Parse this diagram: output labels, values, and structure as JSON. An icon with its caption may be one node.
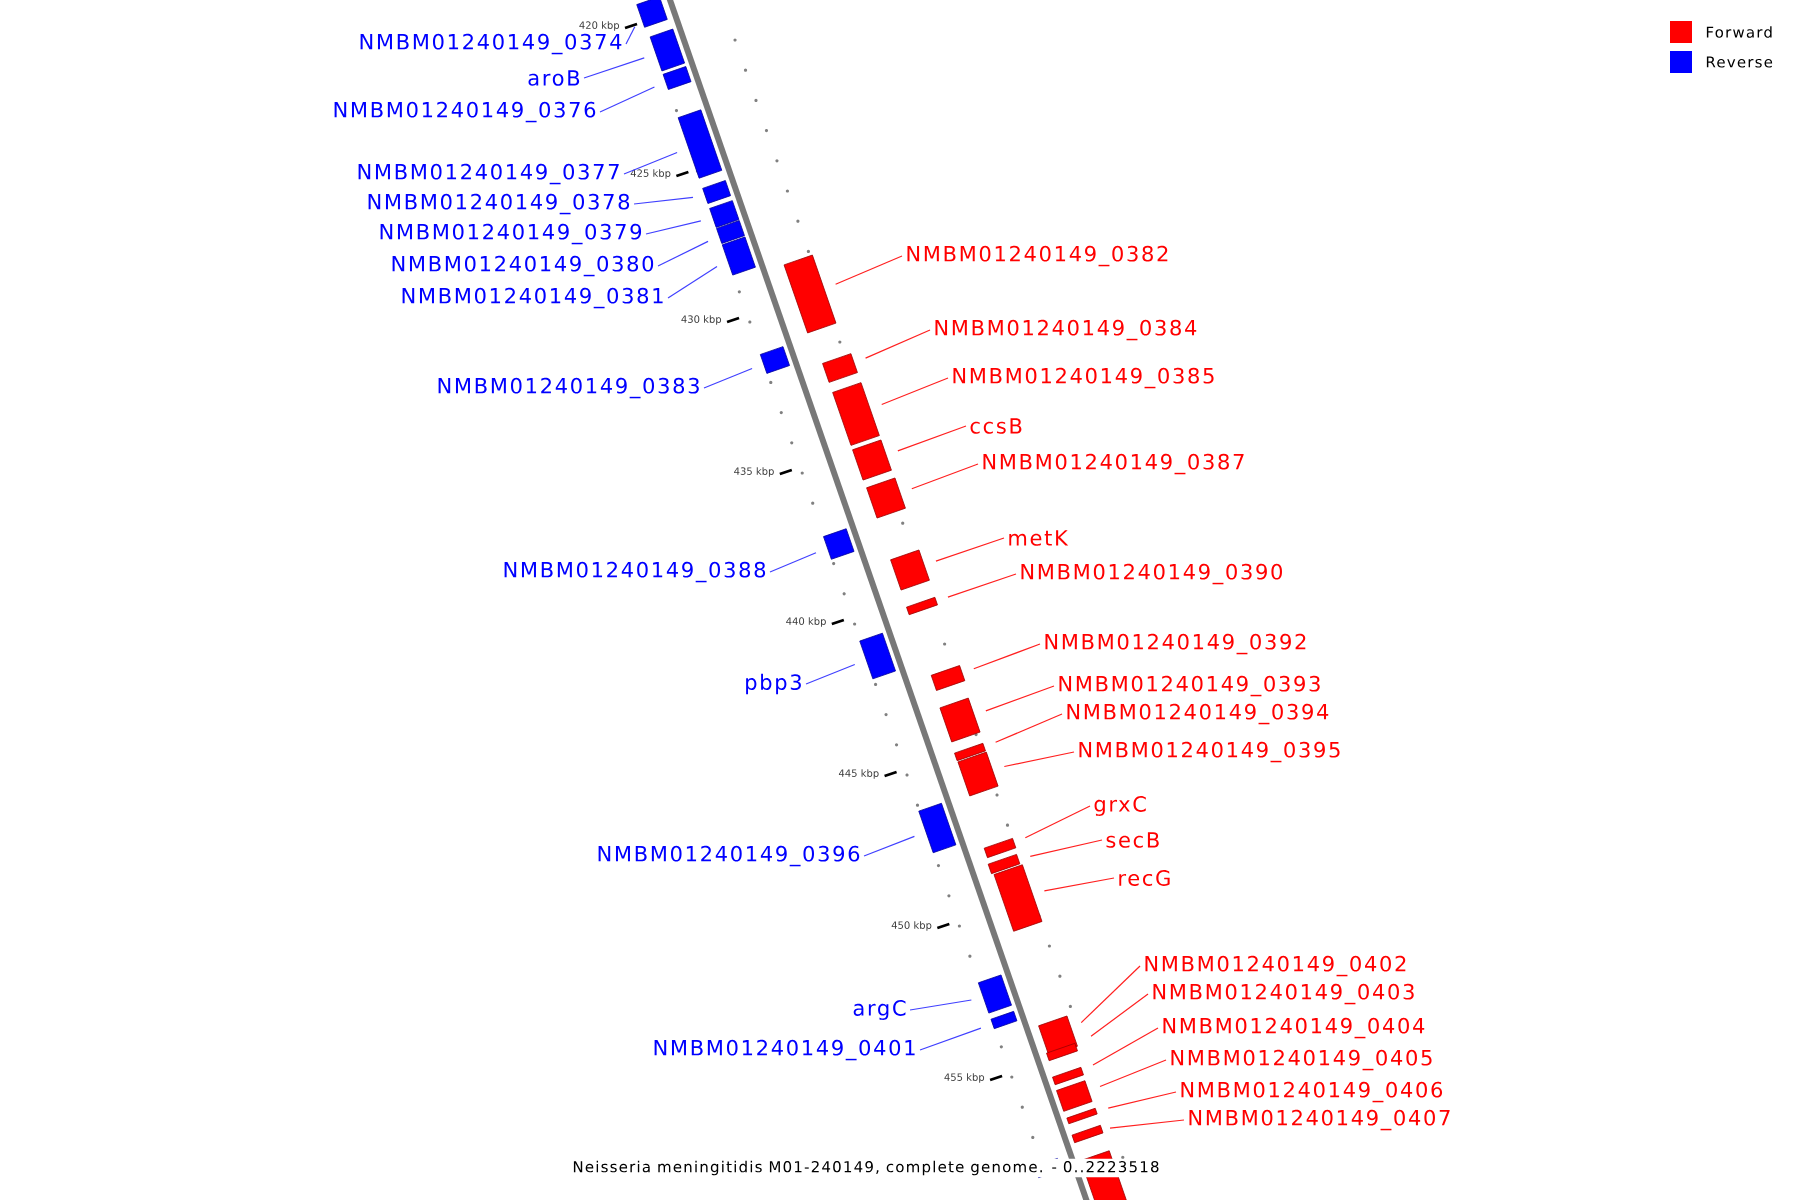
{
  "diagram": {
    "caption": "Neisseria meningitidis M01-240149, complete genome. - 0..2223518",
    "nodes": [
      {
        "text": [
          "NMBM01240149_0374"
        ]
      },
      {
        "text": [],
        "shape": "box"
      },
      {
        "text": [
          "aroB"
        ]
      },
      {
        "text": [],
        "shape": "box"
      },
      {
        "text": [
          "NMBM01240149_0376"
        ]
      },
      {
        "text": [],
        "shape": "box"
      },
      {
        "text": [
          "NMBM01240149_0377"
        ]
      },
      {
        "text": [],
        "shape": "box"
      },
      {
        "text": [
          "NMBM01240149_0378"
        ]
      },
      {
        "text": [],
        "shape": "box"
      },
      {
        "text": [
          "NMBM01240149_0379"
        ]
      },
      {
        "text": [],
        "shape": "box"
      },
      {
        "text": [
          "NMBM01240149_0380"
        ]
      },
      {
        "text": [],
        "shape": "box"
      },
      {
        "text": [
          "NMBM01240149_0381"
        ]
      },
      {
        "text": [],
        "shape": "box"
      },
      {
        "text": [
          "NMBM01240149_0382"
        ]
      },
      {
        "text": [],
        "shape": "box"
      },
      {
        "text": [
          "NMBM01240149_0383"
        ]
      },
      {
        "text": [],
        "shape": "box"
      },
      {
        "text": [
          "NMBM01240149_0384"
        ]
      },
      {
        "text": [],
        "shape": "box"
      },
      {
        "text": [
          "NMBM01240149_0385"
        ]
      },
      {
        "text": [],
        "shape": "box"
      },
      {
        "text": [
          "ccsB"
        ]
      },
      {
        "text": [],
        "shape": "box"
      },
      {
        "text": [
          "NMBM01240149_0387"
        ]
      },
      {
        "text": [],
        "shape": "box"
      },
      {
        "text": [
          "NMBM01240149_0388"
        ]
      },
      {
        "text": [],
        "shape": "box"
      },
      {
        "text": [
          "metK"
        ]
      },
      {
        "text": [],
        "shape": "box"
      },
      {
        "text": [
          "NMBM01240149_0390"
        ]
      },
      {
        "text": [],
        "shape": "box"
      },
      {
        "text": [
          "pbp3"
        ]
      },
      {
        "text": [],
        "shape": "box"
      },
      {
        "text": [
          "NMBM01240149_0392"
        ]
      },
      {
        "text": [],
        "shape": "box"
      },
      {
        "text": [
          "NMBM01240149_0393"
        ]
      },
      {
        "text": [],
        "shape": "box"
      },
      {
        "text": [
          "NMBM01240149_0394"
        ]
      },
      {
        "text": [],
        "shape": "box"
      },
      {
        "text": [
          "NMBM01240149_0395"
        ]
      },
      {
        "text": [],
        "shape": "box"
      },
      {
        "text": [
          "NMBM01240149_0396"
        ]
      },
      {
        "text": [],
        "shape": "box"
      },
      {
        "text": [
          "grxC"
        ]
      },
      {
        "text": [],
        "shape": "box"
      },
      {
        "text": [
          "secB"
        ]
      },
      {
        "text": [],
        "shape": "box"
      },
      {
        "text": [
          "recG"
        ]
      },
      {
        "text": [],
        "shape": "box"
      },
      {
        "text": [
          "argC"
        ]
      },
      {
        "text": [],
        "shape": "box"
      },
      {
        "text": [
          "NMBM01240149_0401"
        ]
      },
      {
        "text": [],
        "shape": "box"
      },
      {
        "text": [
          "NMBM01240149_0402"
        ]
      },
      {
        "text": [],
        "shape": "box"
      },
      {
        "text": [
          "NMBM01240149_0403"
        ]
      },
      {
        "text": [],
        "shape": "box"
      },
      {
        "text": [
          "NMBM01240149_0404"
        ]
      },
      {
        "text": [],
        "shape": "box"
      },
      {
        "text": [
          "NMBM01240149_0405"
        ]
      },
      {
        "text": [],
        "shape": "box"
      },
      {
        "text": [
          "NMBM01240149_0406"
        ]
      },
      {
        "text": [],
        "shape": "box"
      },
      {
        "text": [
          "NMBM01240149_0407"
        ]
      },
      {
        "text": [],
        "shape": "box"
      },
      {
        "text": [],
        "shape": "box"
      },
      {
        "text": [],
        "shape": "box"
      }
    ],
    "edges": [
      {
        "from": 0,
        "to": 1,
        "arrow": "none",
        "color": "#4040ff"
      },
      {
        "from": 2,
        "to": 3,
        "arrow": "none",
        "color": "#4040ff"
      },
      {
        "from": 4,
        "to": 5,
        "arrow": "none",
        "color": "#4040ff"
      },
      {
        "from": 6,
        "to": 7,
        "arrow": "none",
        "color": "#4040ff"
      },
      {
        "from": 8,
        "to": 9,
        "arrow": "none",
        "color": "#4040ff"
      },
      {
        "from": 10,
        "to": 11,
        "arrow": "none",
        "color": "#4040ff"
      },
      {
        "from": 12,
        "to": 13,
        "arrow": "none",
        "color": "#4040ff"
      },
      {
        "from": 14,
        "to": 15,
        "arrow": "none",
        "color": "#4040ff"
      },
      {
        "from": 16,
        "to": 17,
        "arrow": "none"
      },
      {
        "from": 18,
        "to": 19,
        "arrow": "none",
        "color": "#4040ff"
      },
      {
        "from": 20,
        "to": 21,
        "arrow": "none"
      },
      {
        "from": 22,
        "to": 23,
        "arrow": "none"
      },
      {
        "from": 24,
        "to": 25,
        "arrow": "none"
      },
      {
        "from": 26,
        "to": 27,
        "arrow": "none"
      },
      {
        "from": 28,
        "to": 29,
        "arrow": "none",
        "color": "#4040ff"
      },
      {
        "from": 30,
        "to": 31,
        "arrow": "none"
      },
      {
        "from": 32,
        "to": 33,
        "arrow": "none"
      },
      {
        "from": 34,
        "to": 35,
        "arrow": "none",
        "color": "#4040ff"
      },
      {
        "from": 36,
        "to": 37,
        "arrow": "none"
      },
      {
        "from": 38,
        "to": 39,
        "arrow": "none"
      },
      {
        "from": 40,
        "to": 41,
        "arrow": "none"
      },
      {
        "from": 42,
        "to": 43,
        "arrow": "none"
      },
      {
        "from": 44,
        "to": 45,
        "arrow": "none",
        "color": "#4040ff"
      },
      {
        "from": 46,
        "to": 47,
        "arrow": "none"
      },
      {
        "from": 48,
        "to": 49,
        "arrow": "none"
      },
      {
        "from": 50,
        "to": 51,
        "arrow": "none"
      },
      {
        "from": 52,
        "to": 53,
        "arrow": "none",
        "color": "#4040ff"
      },
      {
        "from": 54,
        "to": 55,
        "arrow": "none",
        "color": "#4040ff"
      },
      {
        "from": 56,
        "to": 57,
        "arrow": "none"
      },
      {
        "from": 58,
        "to": 59,
        "arrow": "none"
      },
      {
        "from": 60,
        "to": 61,
        "arrow": "none"
      },
      {
        "from": 62,
        "to": 63,
        "arrow": "none"
      },
      {
        "from": 64,
        "to": 65,
        "arrow": "none"
      },
      {
        "from": 66,
        "to": 67,
        "arrow": "none"
      }
    ],
    "labels": [
      "420 kbp",
      "425 kbp",
      "430 kbp",
      "435 kbp",
      "440 kbp",
      "445 kbp",
      "450 kbp",
      "455 kbp"
    ],
    "legend": [
      {
        "text": "Forward",
        "color": "#ff0000"
      },
      {
        "text": "Reverse",
        "color": "#0000ff"
      }
    ]
  }
}
